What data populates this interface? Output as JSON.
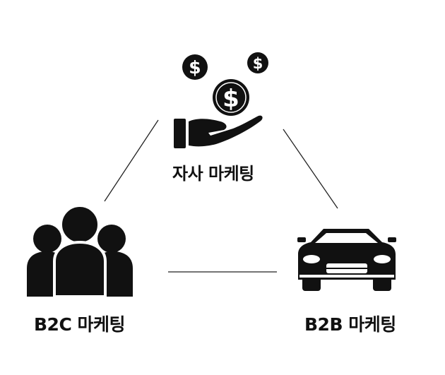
{
  "nodes": {
    "top": {
      "label": "자사 마케팅",
      "icon": "hand-with-coins-icon"
    },
    "left": {
      "label": "B2C 마케팅",
      "icon": "people-group-icon"
    },
    "right": {
      "label": "B2B 마케팅",
      "icon": "car-icon"
    }
  },
  "coin_symbol": "$",
  "colors": {
    "ink": "#111111",
    "line": "#222222",
    "background": "#ffffff"
  }
}
